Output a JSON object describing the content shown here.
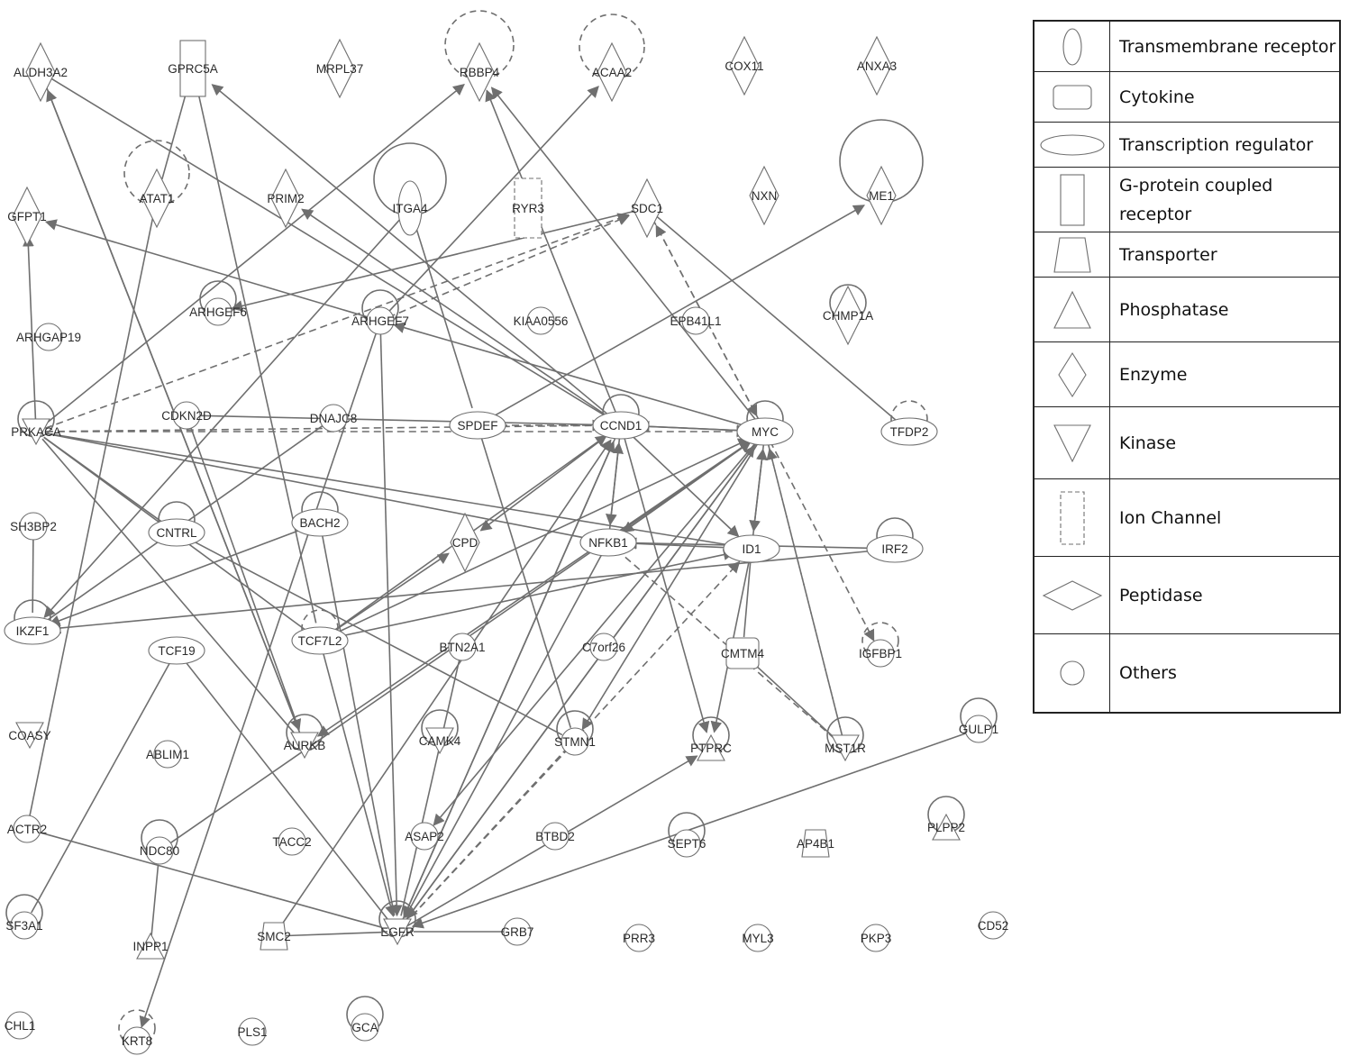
{
  "nodes": [
    {
      "id": "ALDH3A2",
      "label": "ALDH3A2",
      "shape": "peptidase"
    },
    {
      "id": "GPRC5A",
      "label": "GPRC5A",
      "shape": "gpcr"
    },
    {
      "id": "MRPL37",
      "label": "MRPL37",
      "shape": "enzyme"
    },
    {
      "id": "RBBP4",
      "label": "RBBP4",
      "shape": "enzyme",
      "loop": "dashed"
    },
    {
      "id": "ACAA2",
      "label": "ACAA2",
      "shape": "enzyme",
      "loop": "dashed"
    },
    {
      "id": "COX11",
      "label": "COX11",
      "shape": "enzyme"
    },
    {
      "id": "ANXA3",
      "label": "ANXA3",
      "shape": "enzyme"
    },
    {
      "id": "ATAT1",
      "label": "ATAT1",
      "shape": "enzyme",
      "loop": "dashed"
    },
    {
      "id": "PRIM2",
      "label": "PRIM2",
      "shape": "enzyme"
    },
    {
      "id": "ITGA4",
      "label": "ITGA4",
      "shape": "transmembrane",
      "loop": "solid"
    },
    {
      "id": "RYR3",
      "label": "RYR3",
      "shape": "ion-channel"
    },
    {
      "id": "SDC1",
      "label": "SDC1",
      "shape": "enzyme"
    },
    {
      "id": "NXN",
      "label": "NXN",
      "shape": "enzyme"
    },
    {
      "id": "ME1",
      "label": "ME1",
      "shape": "enzyme",
      "loop": "solid"
    },
    {
      "id": "GFPT1",
      "label": "GFPT1",
      "shape": "enzyme"
    },
    {
      "id": "ARHGEF6",
      "label": "ARHGEF6",
      "shape": "other",
      "loop": "solid"
    },
    {
      "id": "ARHGEF7",
      "label": "ARHGEF7",
      "shape": "other",
      "loop": "solid"
    },
    {
      "id": "KIAA0556",
      "label": "KIAA0556",
      "shape": "other"
    },
    {
      "id": "EPB41L1",
      "label": "EPB41L1",
      "shape": "other"
    },
    {
      "id": "CHMP1A",
      "label": "CHMP1A",
      "shape": "peptidase",
      "loop": "solid"
    },
    {
      "id": "ARHGAP19",
      "label": "ARHGAP19",
      "shape": "other"
    },
    {
      "id": "PRKACA",
      "label": "PRKACA",
      "shape": "kinase",
      "loop": "solid"
    },
    {
      "id": "CDKN2D",
      "label": "CDKN2D",
      "shape": "other"
    },
    {
      "id": "DNAJC8",
      "label": "DNAJC8",
      "shape": "other"
    },
    {
      "id": "SPDEF",
      "label": "SPDEF",
      "shape": "transcription"
    },
    {
      "id": "CCND1",
      "label": "CCND1",
      "shape": "transcription",
      "loop": "solid"
    },
    {
      "id": "MYC",
      "label": "MYC",
      "shape": "transcription",
      "loop": "solid"
    },
    {
      "id": "TFDP2",
      "label": "TFDP2",
      "shape": "transcription",
      "loop": "dashed"
    },
    {
      "id": "SH3BP2",
      "label": "SH3BP2",
      "shape": "other"
    },
    {
      "id": "CNTRL",
      "label": "CNTRL",
      "shape": "transcription",
      "loop": "solid"
    },
    {
      "id": "BACH2",
      "label": "BACH2",
      "shape": "transcription",
      "loop": "solid"
    },
    {
      "id": "CPD",
      "label": "CPD",
      "shape": "peptidase"
    },
    {
      "id": "NFKB1",
      "label": "NFKB1",
      "shape": "transcription"
    },
    {
      "id": "ID1",
      "label": "ID1",
      "shape": "transcription"
    },
    {
      "id": "IRF2",
      "label": "IRF2",
      "shape": "transcription",
      "loop": "solid"
    },
    {
      "id": "IKZF1",
      "label": "IKZF1",
      "shape": "transcription",
      "loop": "solid"
    },
    {
      "id": "TCF19",
      "label": "TCF19",
      "shape": "transcription"
    },
    {
      "id": "TCF7L2",
      "label": "TCF7L2",
      "shape": "transcription",
      "loop": "dashed"
    },
    {
      "id": "BTN2A1",
      "label": "BTN2A1",
      "shape": "other"
    },
    {
      "id": "C7orf26",
      "label": "C7orf26",
      "shape": "other"
    },
    {
      "id": "CMTM4",
      "label": "CMTM4",
      "shape": "cytokine"
    },
    {
      "id": "IGFBP1",
      "label": "IGFBP1",
      "shape": "other",
      "loop": "dashed"
    },
    {
      "id": "COASY",
      "label": "COASY",
      "shape": "kinase"
    },
    {
      "id": "ABLIM1",
      "label": "ABLIM1",
      "shape": "other"
    },
    {
      "id": "AURKB",
      "label": "AURKB",
      "shape": "kinase",
      "loop": "solid"
    },
    {
      "id": "CAMK4",
      "label": "CAMK4",
      "shape": "kinase",
      "loop": "solid"
    },
    {
      "id": "STMN1",
      "label": "STMN1",
      "shape": "other",
      "loop": "solid"
    },
    {
      "id": "PTPRC",
      "label": "PTPRC",
      "shape": "phosphatase",
      "loop": "solid"
    },
    {
      "id": "MST1R",
      "label": "MST1R",
      "shape": "kinase",
      "loop": "solid"
    },
    {
      "id": "GULP1",
      "label": "GULP1",
      "shape": "other",
      "loop": "solid"
    },
    {
      "id": "ACTR2",
      "label": "ACTR2",
      "shape": "other"
    },
    {
      "id": "NDC80",
      "label": "NDC80",
      "shape": "other",
      "loop": "solid"
    },
    {
      "id": "TACC2",
      "label": "TACC2",
      "shape": "other"
    },
    {
      "id": "ASAP2",
      "label": "ASAP2",
      "shape": "other"
    },
    {
      "id": "BTBD2",
      "label": "BTBD2",
      "shape": "other"
    },
    {
      "id": "SEPT6",
      "label": "SEPT6",
      "shape": "other",
      "loop": "solid"
    },
    {
      "id": "AP4B1",
      "label": "AP4B1",
      "shape": "transporter"
    },
    {
      "id": "PLPP2",
      "label": "PLPP2",
      "shape": "phosphatase",
      "loop": "solid"
    },
    {
      "id": "SF3A1",
      "label": "SF3A1",
      "shape": "other",
      "loop": "solid"
    },
    {
      "id": "INPP1",
      "label": "INPP1",
      "shape": "phosphatase"
    },
    {
      "id": "SMC2",
      "label": "SMC2",
      "shape": "transporter"
    },
    {
      "id": "EGFR",
      "label": "EGFR",
      "shape": "kinase",
      "loop": "solid"
    },
    {
      "id": "GRB7",
      "label": "GRB7",
      "shape": "other"
    },
    {
      "id": "PRR3",
      "label": "PRR3",
      "shape": "other"
    },
    {
      "id": "MYL3",
      "label": "MYL3",
      "shape": "other"
    },
    {
      "id": "PKP3",
      "label": "PKP3",
      "shape": "other"
    },
    {
      "id": "CD52",
      "label": "CD52",
      "shape": "other"
    },
    {
      "id": "CHL1",
      "label": "CHL1",
      "shape": "other"
    },
    {
      "id": "KRT8",
      "label": "KRT8",
      "shape": "other",
      "loop": "dashed"
    },
    {
      "id": "PLS1",
      "label": "PLS1",
      "shape": "other"
    },
    {
      "id": "GCA",
      "label": "GCA",
      "shape": "other",
      "loop": "solid"
    }
  ],
  "edges": [
    {
      "from": "PRKACA",
      "to": "GFPT1",
      "style": "solid",
      "arrow": true
    },
    {
      "from": "PRKACA",
      "to": "CCND1",
      "style": "dashed",
      "arrow": true
    },
    {
      "from": "PRKACA",
      "to": "MYC",
      "style": "dashed",
      "arrow": true
    },
    {
      "from": "PRKACA",
      "to": "SDC1",
      "style": "dashed",
      "arrow": true
    },
    {
      "from": "PRKACA",
      "to": "RBBP4",
      "style": "solid",
      "arrow": true
    },
    {
      "from": "PRKACA",
      "to": "TCF7L2",
      "style": "solid",
      "arrow": false
    },
    {
      "from": "PRKACA",
      "to": "AURKB",
      "style": "solid",
      "arrow": false
    },
    {
      "from": "PRKACA",
      "to": "NFKB1",
      "style": "solid",
      "arrow": false
    },
    {
      "from": "PRKACA",
      "to": "ID1",
      "style": "solid",
      "arrow": false
    },
    {
      "from": "PRKACA",
      "to": "CNTRL",
      "style": "solid",
      "arrow": false
    },
    {
      "from": "ALDH3A2",
      "to": "CCND1",
      "style": "solid",
      "arrow": false
    },
    {
      "from": "CCND1",
      "to": "GPRC5A",
      "style": "solid",
      "arrow": true
    },
    {
      "from": "GPRC5A",
      "to": "ATAT1",
      "style": "solid",
      "arrow": false
    },
    {
      "from": "GPRC5A",
      "to": "TCF7L2",
      "style": "solid",
      "arrow": false
    },
    {
      "from": "ITGA4",
      "to": "IKZF1",
      "style": "solid",
      "arrow": true
    },
    {
      "from": "ITGA4",
      "to": "SPDEF",
      "style": "solid",
      "arrow": false
    },
    {
      "from": "SDC1",
      "to": "ARHGEF6",
      "style": "solid",
      "arrow": true
    },
    {
      "from": "SDC1",
      "to": "TFDP2",
      "style": "solid",
      "arrow": false
    },
    {
      "from": "SDC1",
      "to": "MYC",
      "style": "dashed",
      "arrow": true
    },
    {
      "from": "MYC",
      "to": "SDC1",
      "style": "dashed",
      "arrow": true
    },
    {
      "from": "MYC",
      "to": "RBBP4",
      "style": "solid",
      "arrow": true
    },
    {
      "from": "CCND1",
      "to": "RBBP4",
      "style": "solid",
      "arrow": true
    },
    {
      "from": "ARHGEF7",
      "to": "SDC1",
      "style": "dashed",
      "arrow": true
    },
    {
      "from": "ARHGEF7",
      "to": "GFPT1",
      "style": "solid",
      "arrow": true
    },
    {
      "from": "MYC",
      "to": "ARHGEF7",
      "style": "solid",
      "arrow": true
    },
    {
      "from": "SPDEF",
      "to": "CCND1",
      "style": "dashed",
      "arrow": true
    },
    {
      "from": "SPDEF",
      "to": "ME1",
      "style": "solid",
      "arrow": true
    },
    {
      "from": "CCND1",
      "to": "MYC",
      "style": "solid",
      "arrow": true
    },
    {
      "from": "MYC",
      "to": "CCND1",
      "style": "solid",
      "arrow": true
    },
    {
      "from": "CDKN2D",
      "to": "CCND1",
      "style": "solid",
      "arrow": false
    },
    {
      "from": "ALDH3A2",
      "to": "AURKB",
      "style": "solid",
      "arrow": false
    },
    {
      "from": "AURKB",
      "to": "ALDH3A2",
      "style": "solid",
      "arrow": true
    },
    {
      "from": "CCND1",
      "to": "PRIM2",
      "style": "solid",
      "arrow": true
    },
    {
      "from": "DNAJC8",
      "to": "IKZF1",
      "style": "solid",
      "arrow": false
    },
    {
      "from": "BACH2",
      "to": "IKZF1",
      "style": "solid",
      "arrow": true
    },
    {
      "from": "IRF2",
      "to": "IKZF1",
      "style": "solid",
      "arrow": true
    },
    {
      "from": "IRF2",
      "to": "NFKB1",
      "style": "solid",
      "arrow": true
    },
    {
      "from": "ID1",
      "to": "NFKB1",
      "style": "solid",
      "arrow": true
    },
    {
      "from": "MYC",
      "to": "ID1",
      "style": "solid",
      "arrow": true
    },
    {
      "from": "ID1",
      "to": "MYC",
      "style": "solid",
      "arrow": true
    },
    {
      "from": "CCND1",
      "to": "ID1",
      "style": "solid",
      "arrow": true
    },
    {
      "from": "CCND1",
      "to": "CPD",
      "style": "solid",
      "arrow": true
    },
    {
      "from": "TCF7L2",
      "to": "CPD",
      "style": "solid",
      "arrow": true
    },
    {
      "from": "TCF7L2",
      "to": "CCND1",
      "style": "solid",
      "arrow": true
    },
    {
      "from": "TCF7L2",
      "to": "MYC",
      "style": "solid",
      "arrow": true
    },
    {
      "from": "TCF7L2",
      "to": "ID1",
      "style": "solid",
      "arrow": true
    },
    {
      "from": "CCND1",
      "to": "NFKB1",
      "style": "solid",
      "arrow": true
    },
    {
      "from": "NFKB1",
      "to": "CCND1",
      "style": "solid",
      "arrow": true
    },
    {
      "from": "NFKB1",
      "to": "MYC",
      "style": "solid",
      "arrow": true
    },
    {
      "from": "MYC",
      "to": "NFKB1",
      "style": "solid",
      "arrow": true
    },
    {
      "from": "NFKB1",
      "to": "MST1R",
      "style": "dashed",
      "arrow": false
    },
    {
      "from": "MYC",
      "to": "MST1R",
      "style": "dashed",
      "arrow": false
    },
    {
      "from": "MST1R",
      "to": "MYC",
      "style": "dashed",
      "arrow": true
    },
    {
      "from": "MYC",
      "to": "IGFBP1",
      "style": "dashed",
      "arrow": true
    },
    {
      "from": "CCND1",
      "to": "PTPRC",
      "style": "solid",
      "arrow": true
    },
    {
      "from": "ID1",
      "to": "PTPRC",
      "style": "solid",
      "arrow": true
    },
    {
      "from": "MYC",
      "to": "STMN1",
      "style": "solid",
      "arrow": true
    },
    {
      "from": "SPDEF",
      "to": "STMN1",
      "style": "solid",
      "arrow": false
    },
    {
      "from": "CNTRL",
      "to": "STMN1",
      "style": "solid",
      "arrow": false
    },
    {
      "from": "MYC",
      "to": "AURKB",
      "style": "solid",
      "arrow": true
    },
    {
      "from": "ID1",
      "to": "CMTM4",
      "style": "solid",
      "arrow": false
    },
    {
      "from": "TCF19",
      "to": "EGFR",
      "style": "solid",
      "arrow": false
    },
    {
      "from": "TCF19",
      "to": "SF3A1",
      "style": "solid",
      "arrow": false
    },
    {
      "from": "BACH2",
      "to": "EGFR",
      "style": "solid",
      "arrow": false
    },
    {
      "from": "TCF7L2",
      "to": "EGFR",
      "style": "solid",
      "arrow": true
    },
    {
      "from": "ARHGEF7",
      "to": "EGFR",
      "style": "solid",
      "arrow": true
    },
    {
      "from": "CCND1",
      "to": "EGFR",
      "style": "solid",
      "arrow": true
    },
    {
      "from": "EGFR",
      "to": "CCND1",
      "style": "solid",
      "arrow": true
    },
    {
      "from": "MYC",
      "to": "EGFR",
      "style": "solid",
      "arrow": true
    },
    {
      "from": "EGFR",
      "to": "MYC",
      "style": "solid",
      "arrow": true
    },
    {
      "from": "NFKB1",
      "to": "EGFR",
      "style": "solid",
      "arrow": true
    },
    {
      "from": "EGFR",
      "to": "ID1",
      "style": "dashed",
      "arrow": true
    },
    {
      "from": "STMN1",
      "to": "EGFR",
      "style": "dashed",
      "arrow": false
    },
    {
      "from": "SMC2",
      "to": "CCND1",
      "style": "solid",
      "arrow": true
    },
    {
      "from": "SMC2",
      "to": "EGFR",
      "style": "solid",
      "arrow": false
    },
    {
      "from": "ACTR2",
      "to": "EGFR",
      "style": "solid",
      "arrow": false
    },
    {
      "from": "GULP1",
      "to": "EGFR",
      "style": "solid",
      "arrow": true
    },
    {
      "from": "GRB7",
      "to": "EGFR",
      "style": "solid",
      "arrow": false
    },
    {
      "from": "EGFR",
      "to": "PTPRC",
      "style": "solid",
      "arrow": true
    },
    {
      "from": "MYC",
      "to": "ASAP2",
      "style": "solid",
      "arrow": true
    },
    {
      "from": "NDC80",
      "to": "MYC",
      "style": "solid",
      "arrow": false
    },
    {
      "from": "ACTR2",
      "to": "ATAT1",
      "style": "solid",
      "arrow": false
    },
    {
      "from": "SH3BP2",
      "to": "IKZF1",
      "style": "solid",
      "arrow": false
    },
    {
      "from": "CDKN2D",
      "to": "AURKB",
      "style": "solid",
      "arrow": true
    },
    {
      "from": "ARHGEF7",
      "to": "KRT8",
      "style": "solid",
      "arrow": true
    },
    {
      "from": "INPP1",
      "to": "NDC80",
      "style": "solid",
      "arrow": false
    },
    {
      "from": "ARHGEF7",
      "to": "ACAA2",
      "style": "solid",
      "arrow": true
    },
    {
      "from": "BTN2A1",
      "to": "EGFR",
      "style": "solid",
      "arrow": false
    },
    {
      "from": "CMTM4",
      "to": "MST1R",
      "style": "solid",
      "arrow": false
    }
  ],
  "legend": [
    {
      "shape": "transmembrane",
      "label": "Transmembrane receptor"
    },
    {
      "shape": "cytokine",
      "label": "Cytokine"
    },
    {
      "shape": "transcription",
      "label": "Transcription regulator"
    },
    {
      "shape": "gpcr",
      "label": "G-protein coupled receptor"
    },
    {
      "shape": "transporter",
      "label": "Transporter"
    },
    {
      "shape": "phosphatase",
      "label": "Phosphatase"
    },
    {
      "shape": "enzyme",
      "label": "Enzyme"
    },
    {
      "shape": "kinase",
      "label": "Kinase"
    },
    {
      "shape": "ion-channel",
      "label": "Ion Channel"
    },
    {
      "shape": "peptidase",
      "label": "Peptidase"
    },
    {
      "shape": "other",
      "label": "Others"
    }
  ]
}
